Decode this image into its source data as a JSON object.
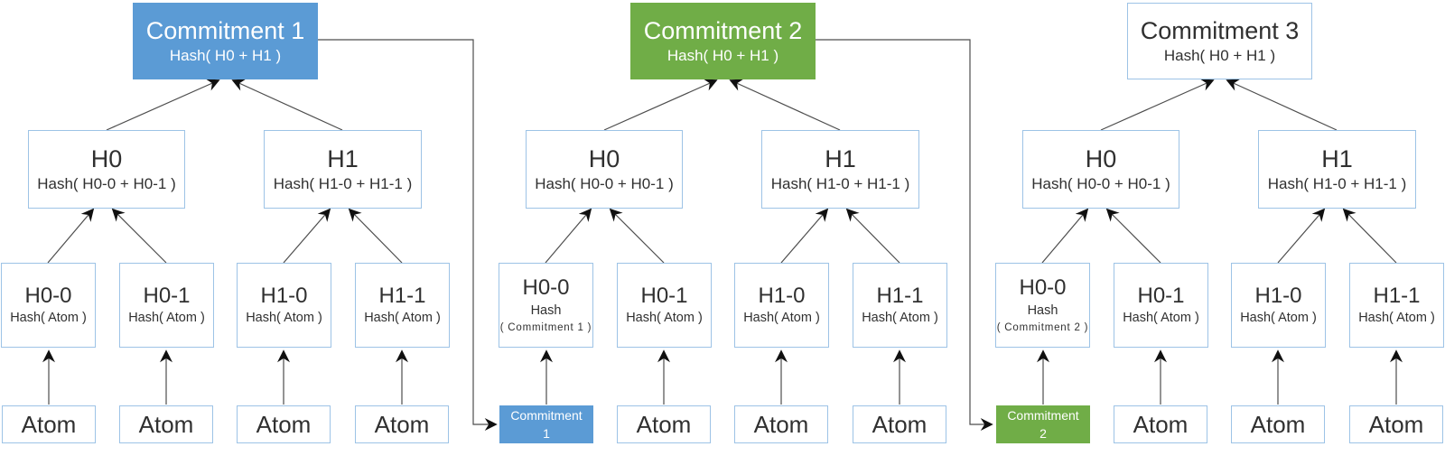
{
  "colors": {
    "commitment1_blue": "#5B9BD5",
    "commitment2_green": "#70AD47",
    "box_border_blue": "#9DC3E6",
    "connector_gray": "#4d4d4d",
    "arrowhead_black": "#101010",
    "text_dark": "#303030",
    "text_light": "#ffffff"
  },
  "trees": [
    {
      "root": {
        "title": "Commitment 1",
        "subtitle": "Hash( H0 + H1 )"
      },
      "internal": [
        {
          "title": "H0",
          "subtitle": "Hash( H0-0 + H0-1 )"
        },
        {
          "title": "H1",
          "subtitle": "Hash( H1-0 + H1-1 )"
        }
      ],
      "leaves": [
        {
          "title": "H0-0",
          "subtitle": "Hash( Atom )"
        },
        {
          "title": "H0-1",
          "subtitle": "Hash( Atom )"
        },
        {
          "title": "H1-0",
          "subtitle": "Hash( Atom )"
        },
        {
          "title": "H1-1",
          "subtitle": "Hash( Atom )"
        }
      ],
      "inputs": [
        {
          "label": "Atom"
        },
        {
          "label": "Atom"
        },
        {
          "label": "Atom"
        },
        {
          "label": "Atom"
        }
      ]
    },
    {
      "root": {
        "title": "Commitment 2",
        "subtitle": "Hash( H0 + H1 )"
      },
      "internal": [
        {
          "title": "H0",
          "subtitle": "Hash( H0-0 + H0-1 )"
        },
        {
          "title": "H1",
          "subtitle": "Hash( H1-0 + H1-1 )"
        }
      ],
      "leaves": [
        {
          "title": "H0-0",
          "subtitle": "Hash",
          "subtitle2": "( Commitment 1 )"
        },
        {
          "title": "H0-1",
          "subtitle": "Hash( Atom )"
        },
        {
          "title": "H1-0",
          "subtitle": "Hash( Atom )"
        },
        {
          "title": "H1-1",
          "subtitle": "Hash( Atom )"
        }
      ],
      "inputs": [
        {
          "label": "Commitment",
          "label2": "1"
        },
        {
          "label": "Atom"
        },
        {
          "label": "Atom"
        },
        {
          "label": "Atom"
        }
      ]
    },
    {
      "root": {
        "title": "Commitment 3",
        "subtitle": "Hash( H0 + H1 )"
      },
      "internal": [
        {
          "title": "H0",
          "subtitle": "Hash( H0-0 + H0-1 )"
        },
        {
          "title": "H1",
          "subtitle": "Hash( H1-0 + H1-1 )"
        }
      ],
      "leaves": [
        {
          "title": "H0-0",
          "subtitle": "Hash",
          "subtitle2": "( Commitment 2 )"
        },
        {
          "title": "H0-1",
          "subtitle": "Hash( Atom )"
        },
        {
          "title": "H1-0",
          "subtitle": "Hash( Atom )"
        },
        {
          "title": "H1-1",
          "subtitle": "Hash( Atom )"
        }
      ],
      "inputs": [
        {
          "label": "Commitment",
          "label2": "2"
        },
        {
          "label": "Atom"
        },
        {
          "label": "Atom"
        },
        {
          "label": "Atom"
        }
      ]
    }
  ]
}
